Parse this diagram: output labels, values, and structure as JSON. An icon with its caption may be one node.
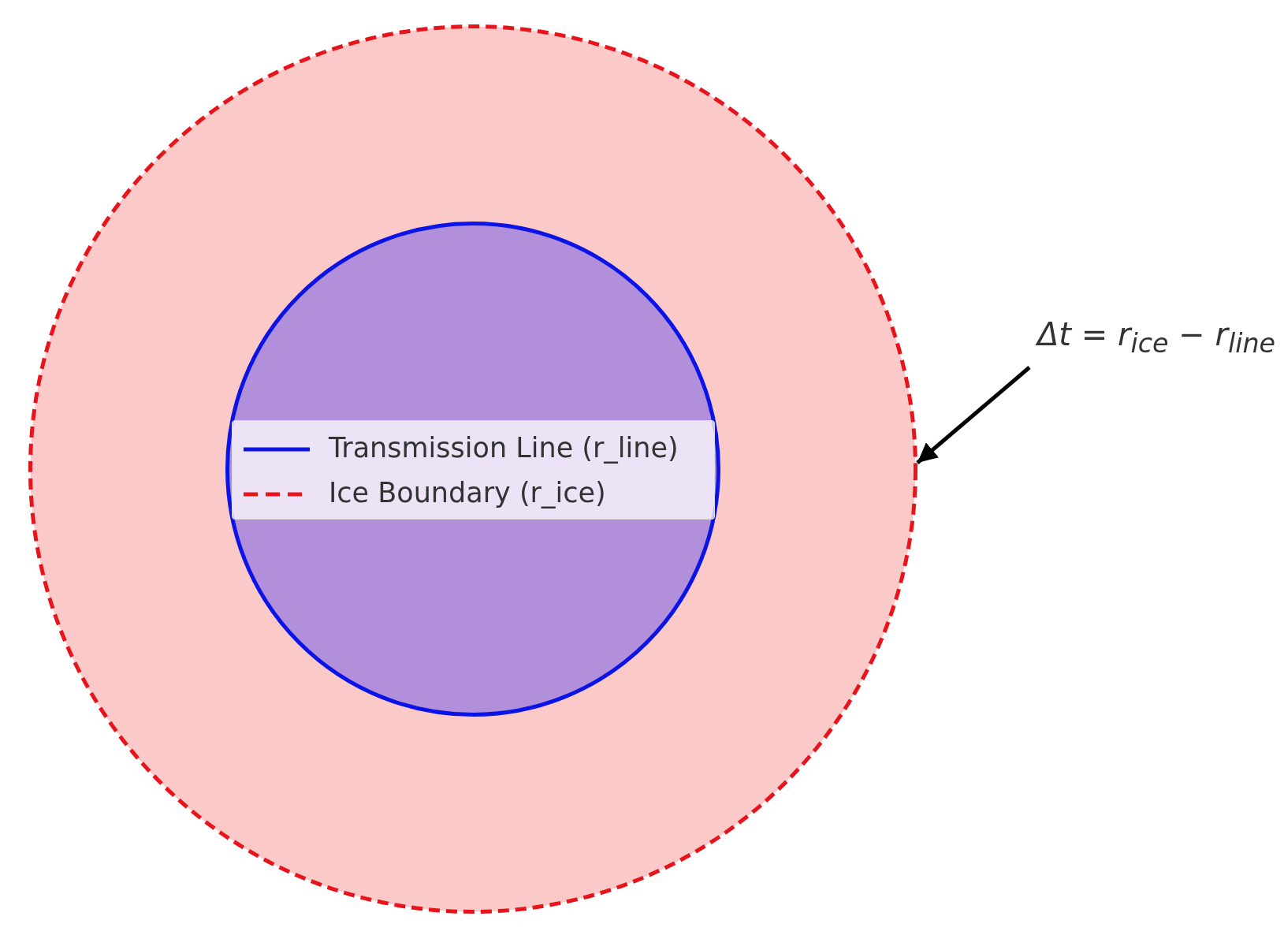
{
  "diagram": {
    "nodes": [
      {
        "text": [],
        "shape": "circle"
      },
      {
        "text": [],
        "shape": "circle",
        "in": 0
      },
      {
        "text": [
          "Δt = r$_{ice}$ − r$_{line}$"
        ]
      }
    ],
    "edges": [
      {
        "from": 2,
        "to": 0,
        "arrow": "to"
      }
    ],
    "legend": [
      {
        "text": "Transmission Line (r_line)"
      },
      {
        "text": "Ice Boundary (r_ice)"
      }
    ]
  }
}
